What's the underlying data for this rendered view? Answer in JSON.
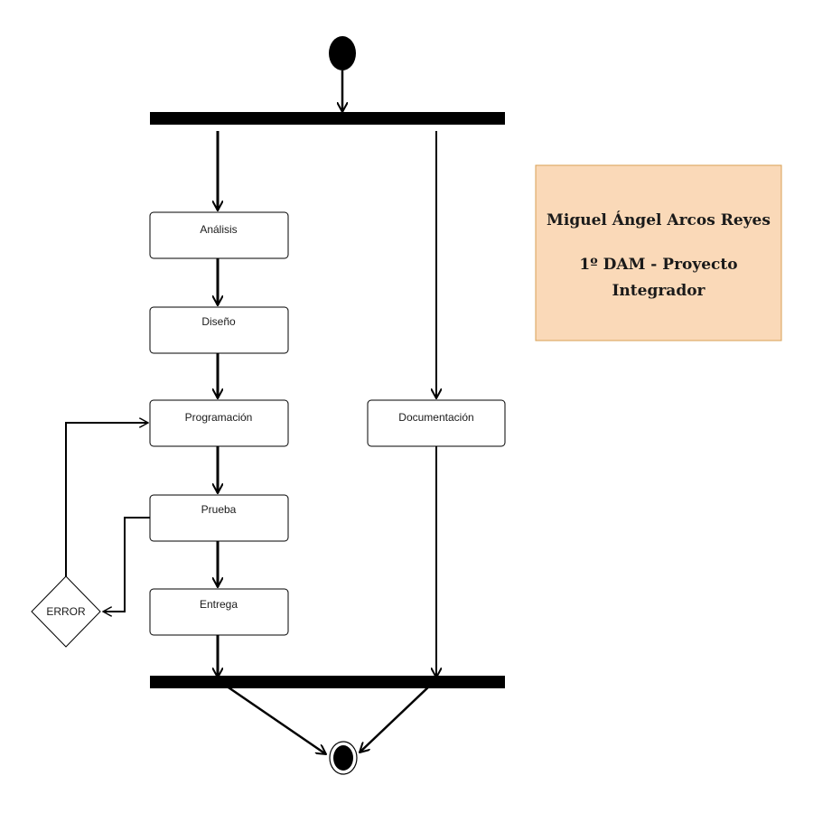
{
  "activities": {
    "analisis": "Análisis",
    "diseno": "Diseño",
    "programacion": "Programación",
    "prueba": "Prueba",
    "entrega": "Entrega",
    "documentacion": "Documentación"
  },
  "decision": {
    "label": "ERROR"
  },
  "note": {
    "author": "Miguel Ángel Arcos Reyes",
    "course_line1": "1º DAM - Proyecto",
    "course_line2": "Integrador"
  },
  "colors": {
    "note_fill": "#fad9b8",
    "note_border": "#d8a055",
    "line": "#000000"
  }
}
